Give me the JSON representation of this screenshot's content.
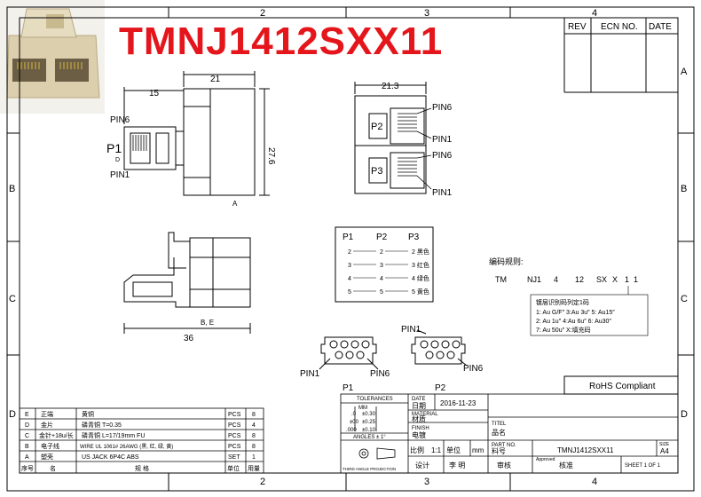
{
  "title": "TMNJ1412SXX11",
  "frame": {
    "cols": [
      "2",
      "3",
      "4"
    ],
    "rows": [
      "A",
      "B",
      "C",
      "D"
    ],
    "rev_block": {
      "rev": "REV",
      "ecn": "ECN NO.",
      "date": "DATE"
    }
  },
  "front_view": {
    "dim_top": "21",
    "dim_left": "15",
    "dim_right": "27.6",
    "label_p1": "P1",
    "label_pin6": "PIN6",
    "label_pin1": "PIN1",
    "label_d": "D",
    "label_a": "A"
  },
  "side_view": {
    "dim_top": "21.3",
    "label_p2": "P2",
    "label_p3": "P3",
    "pins": [
      "PIN6",
      "PIN1",
      "PIN6",
      "PIN1"
    ]
  },
  "bottom_view": {
    "dim": "36",
    "label_be": "B, E"
  },
  "wiring": {
    "headers": [
      "P1",
      "P2",
      "P3"
    ],
    "rows": [
      {
        "a": "2",
        "b": "2",
        "c": "2 黑色"
      },
      {
        "a": "3",
        "b": "3",
        "c": "3 红色"
      },
      {
        "a": "4",
        "b": "4",
        "c": "4 绿色"
      },
      {
        "a": "5",
        "b": "5",
        "c": "5 黄色"
      }
    ]
  },
  "pin_diagrams": {
    "p1": {
      "name": "P1",
      "pin1": "PIN1",
      "pin6": "PIN6"
    },
    "p2": {
      "name": "P2",
      "pin1": "PIN1",
      "pin6": "PIN6"
    }
  },
  "coding": {
    "label": "编码规则:",
    "parts": [
      "TM",
      "NJ1",
      "4",
      "12",
      "SX",
      "X",
      "1",
      "1"
    ],
    "box_title": "镀层识别码列定1码",
    "box_line1": "1: Au G/F″   3:Au 3u″   5: Au15″",
    "box_line2": "2: Au 1u″    4:Au 6u″   6: Au30″",
    "box_line3": "7: Au 50u″     X:填充码"
  },
  "rohs": "RoHS Compliant",
  "bom": {
    "rows": [
      {
        "id": "E",
        "name": "正端",
        "material": "黄铜",
        "unit": "PCS",
        "qty": "8"
      },
      {
        "id": "D",
        "name": "金片",
        "material": "磷青铜 T=0.35",
        "unit": "PCS",
        "qty": "4"
      },
      {
        "id": "C",
        "name": "金针+18u/长",
        "material": "磷青铜 L=17/19mm FU",
        "unit": "PCS",
        "qty": "8"
      },
      {
        "id": "B",
        "name": "电子线",
        "material": "WIRE UL 1061# 26AWG (黑, 红, 绿, 黄)",
        "unit": "PCS",
        "qty": "8"
      },
      {
        "id": "A",
        "name": "塑壳",
        "material": "US JACK 6P4C ABS",
        "unit": "SET",
        "qty": "1"
      }
    ],
    "header": {
      "id": "序号",
      "name": "名",
      "material": "规 格",
      "unit": "单位",
      "qty": "用量"
    }
  },
  "tolerance": {
    "title": "TOLERANCES",
    "mm": "MM",
    "rows": [
      "±0.30",
      "±0.25",
      "±0.10"
    ],
    "prefixes": [
      ".0",
      "±00",
      ".000"
    ],
    "angles": "ANGLES ± 1°",
    "projection": "THIRD ANGLE PROJECTION"
  },
  "title_block": {
    "date_label": "DATE",
    "date_cn": "日期",
    "date": "2016-11-23",
    "material_label": "MATERIAL",
    "material_cn": "材质",
    "finish_label": "FINISH",
    "finish_cn": "电镀",
    "titel": "TITEL",
    "titel_cn": "品名",
    "scale_label": "比例",
    "scale": "1:1",
    "unit_label": "单位",
    "unit": "mm",
    "partno_label": "PART NO.",
    "partno_cn": "料号",
    "partno": "TMNJ1412SXX11",
    "size_label": "SIZE",
    "size": "A4",
    "designed_cn": "设计",
    "designer": "李 明",
    "checked_cn": "审核",
    "approved_label": "Approved",
    "approved_cn": "核准",
    "sheet": "SHEET 1 OF 1"
  }
}
